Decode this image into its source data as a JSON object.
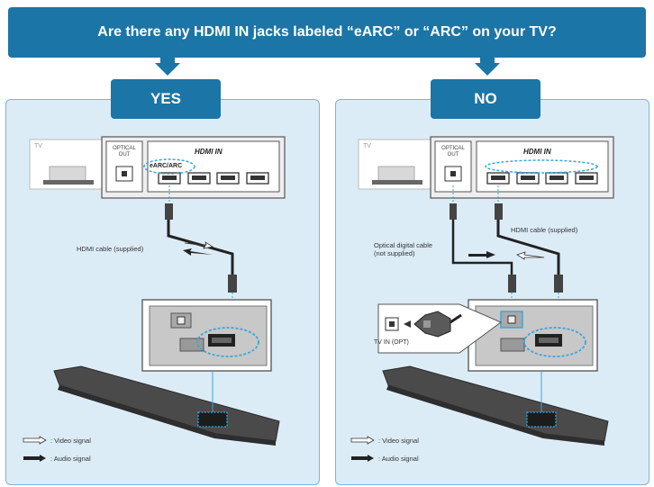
{
  "question": "Are there any HDMI IN jacks labeled “eARC” or “ARC” on your TV?",
  "left": {
    "answer": "YES",
    "tv_label": "TV",
    "optical_out": "OPTICAL\nOUT",
    "hdmi_in": "HDMI IN",
    "earc_label": "eARC/ARC",
    "cable_label": "HDMI cable (supplied)",
    "legend_video": ": Video signal",
    "legend_audio": ": Audio signal"
  },
  "right": {
    "answer": "NO",
    "tv_label": "TV",
    "optical_out": "OPTICAL\nOUT",
    "hdmi_in": "HDMI IN",
    "hdmi_cable_label": "HDMI cable (supplied)",
    "optical_cable_label": "Optical digital cable\n(not supplied)",
    "tv_in_label": "TV IN (OPT)",
    "legend_video": ": Video signal",
    "legend_audio": ": Audio signal"
  },
  "colors": {
    "header": "#1b75a6",
    "panel": "#dcecf7",
    "highlight": "#3aa6d8"
  }
}
